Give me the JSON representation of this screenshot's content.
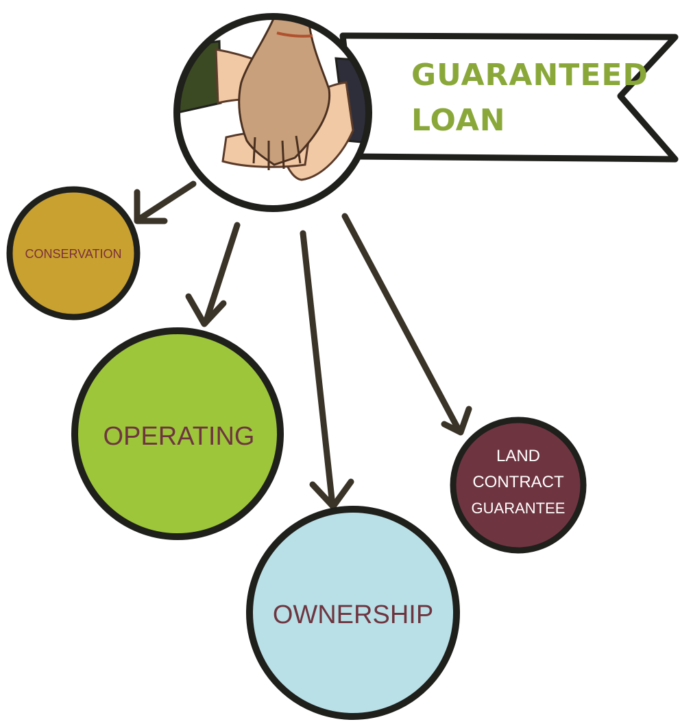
{
  "title": {
    "line1": "GUARANTEED",
    "line2": "LOAN"
  },
  "nodes": {
    "conservation": {
      "label": "CONSERVATION"
    },
    "operating": {
      "label": "OPERATING"
    },
    "ownership": {
      "label": "OWNERSHIP"
    },
    "land_contract": {
      "line1": "LAND",
      "line2": "CONTRACT",
      "line3": "GUARANTEE"
    }
  },
  "colors": {
    "outline": "#1f1f1c",
    "arrow": "#3a3328",
    "banner_text": "#8aa83a",
    "conservation_fill": "#c9a130",
    "conservation_text": "#7a2f3a",
    "operating_fill": "#9dc63a",
    "operating_text": "#6e3540",
    "ownership_fill": "#b8e0e6",
    "ownership_text": "#6e3540",
    "land_contract_fill": "#6e3540",
    "land_contract_text": "#ffffff",
    "skin_light": "#f2c9a5",
    "skin_mid": "#c9a07c",
    "sleeve_green": "#3b4a22",
    "sleeve_dark": "#2e2e3a"
  }
}
